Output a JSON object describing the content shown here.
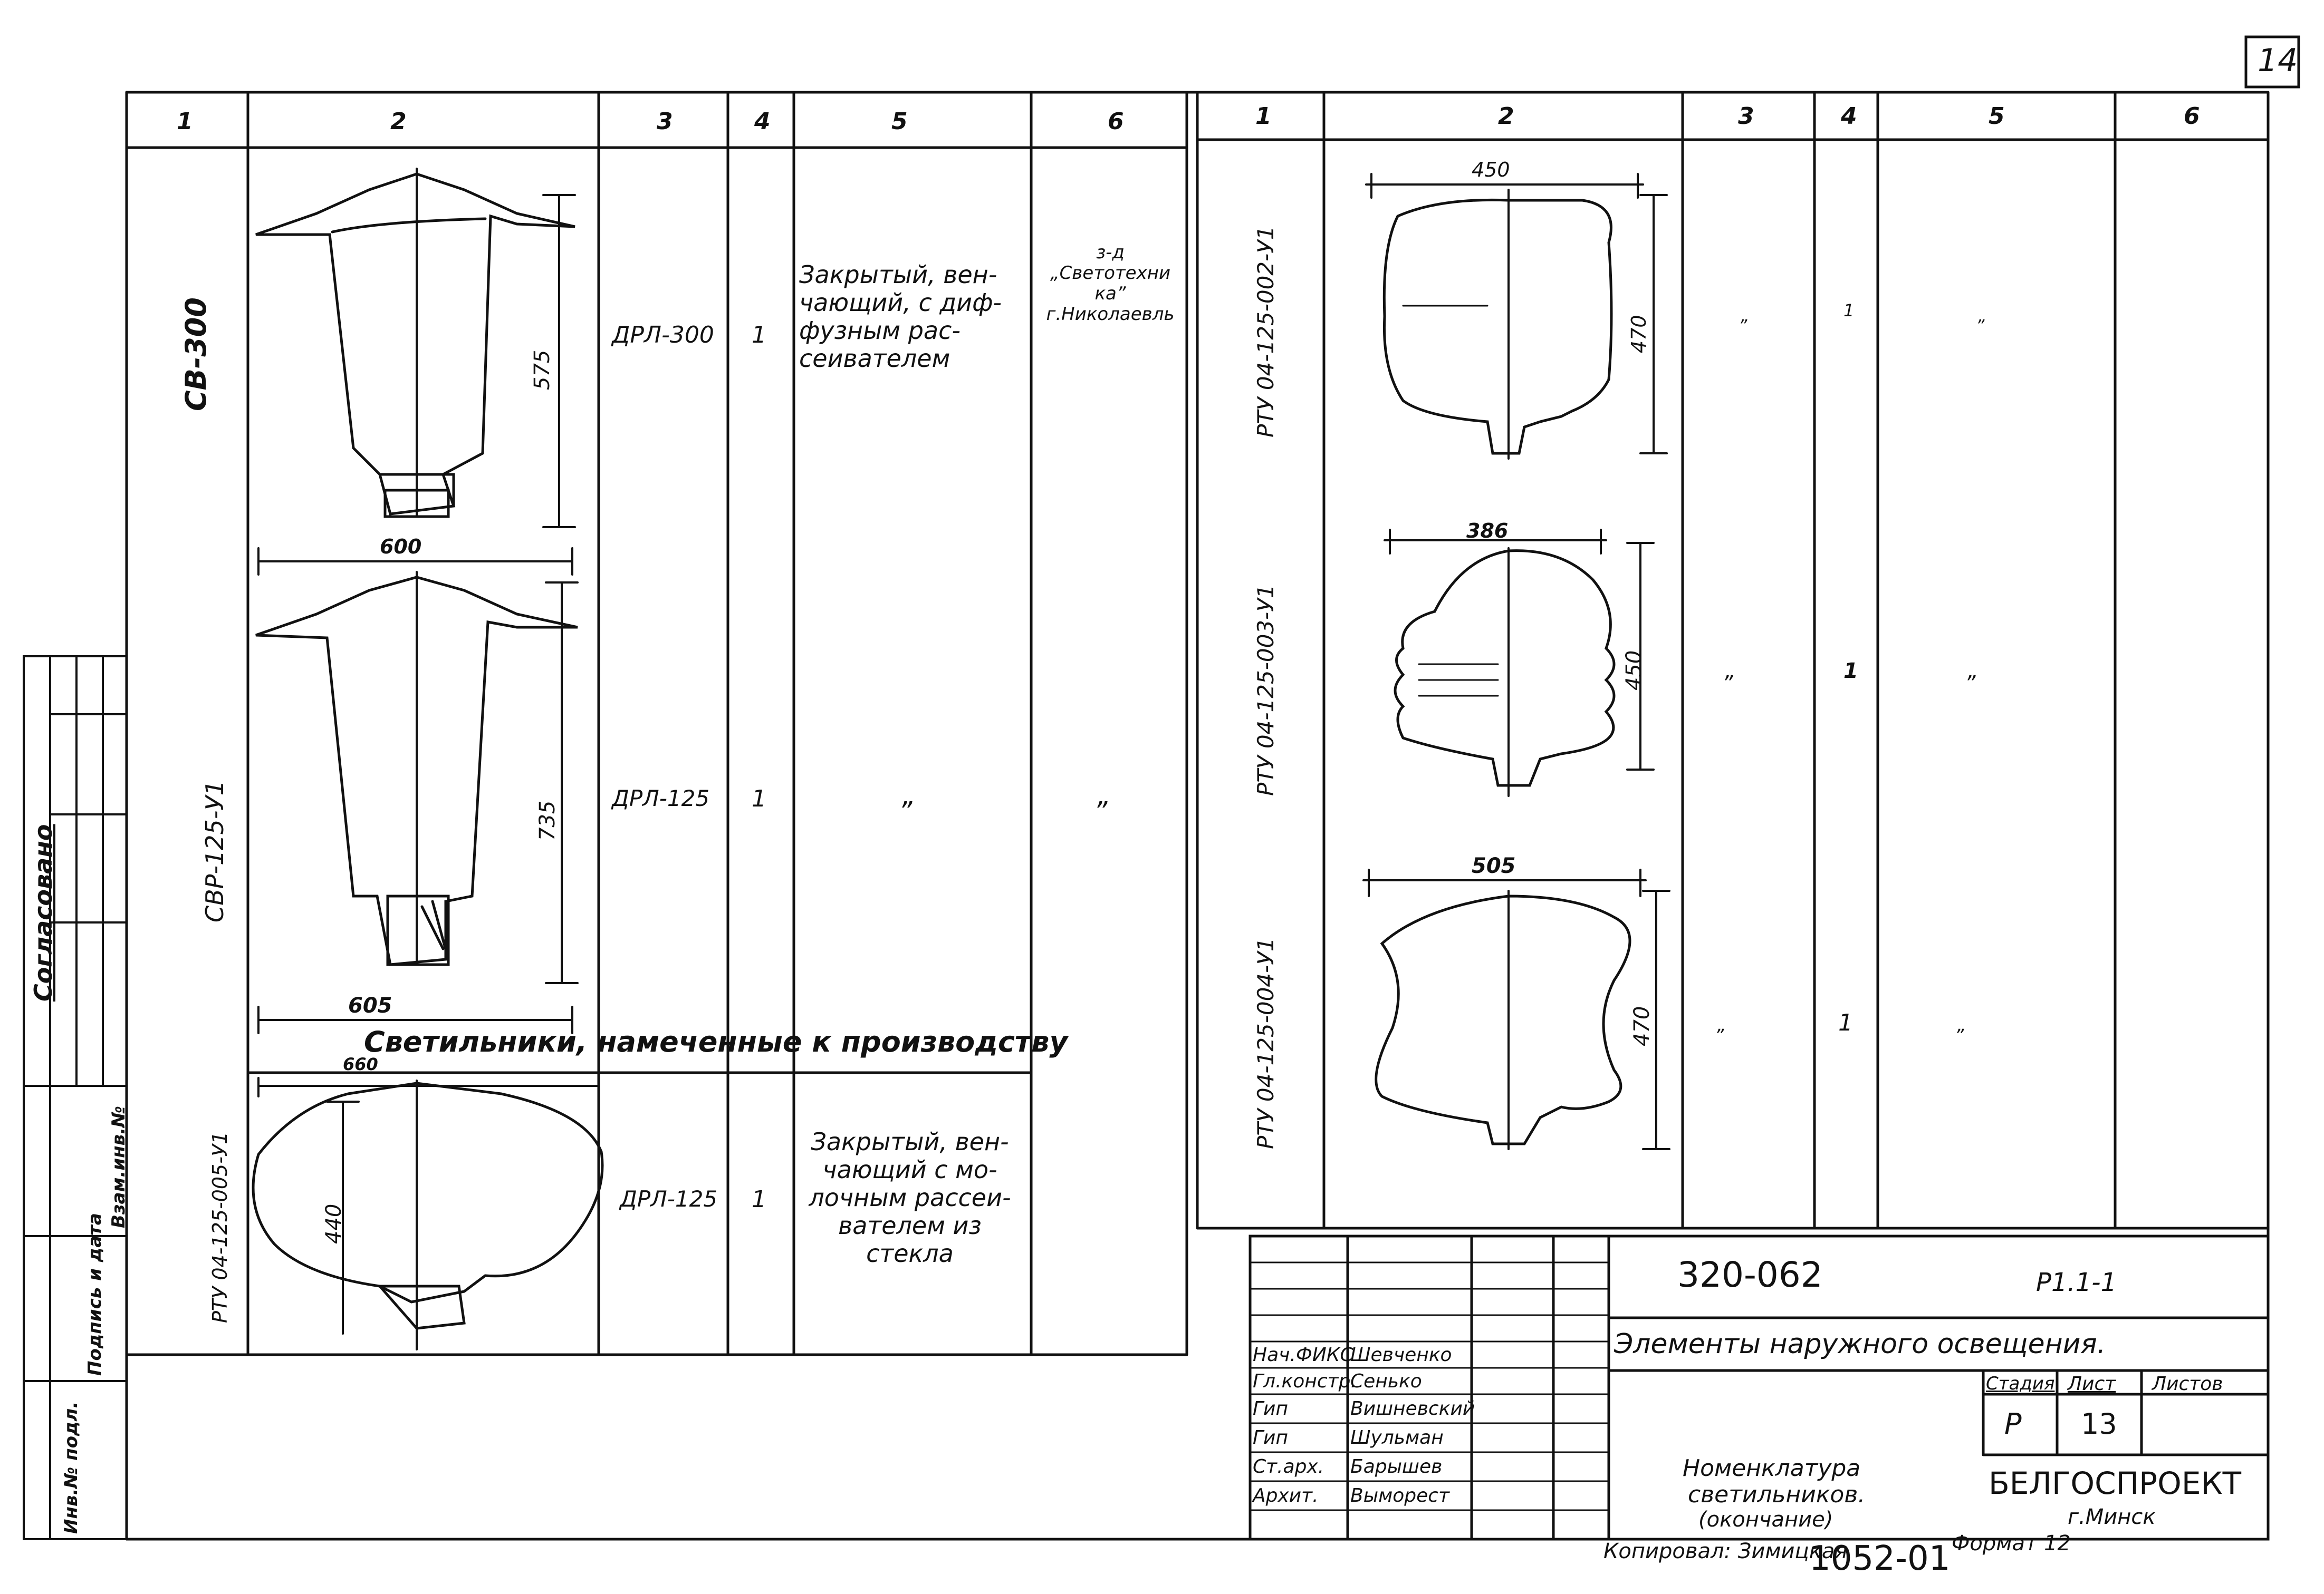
{
  "sheet": {
    "number": "14"
  },
  "left_table": {
    "headers": [
      "1",
      "2",
      "3",
      "4",
      "5",
      "6"
    ],
    "rows": [
      {
        "name": "СВ-300",
        "lamp": "ДРЛ-300",
        "qty": "1",
        "desc": "Закрытый, вен-\nчающий, с диф-\nфузным рас-\nсеивателем",
        "maker": "з-д\n„Светотехни\nка”\nг.Николаевль",
        "dims": {
          "width": "600",
          "height": "575"
        }
      },
      {
        "name": "СВР-125-У1",
        "lamp": "ДРЛ-125",
        "qty": "1",
        "desc": "„",
        "maker": "„",
        "dims": {
          "width": "605",
          "height": "735"
        }
      },
      {
        "name": "РТУ 04-125-005-У1",
        "lamp": "ДРЛ-125",
        "qty": "1",
        "desc": "Закрытый, вен-\nчающий с мо-\nлочным рассеи-\nвателем из\nстекла",
        "maker": "",
        "dims": {
          "width": "660",
          "height": "440"
        }
      }
    ],
    "section_note": "Светильники, намеченные к производству"
  },
  "right_table": {
    "headers": [
      "1",
      "2",
      "3",
      "4",
      "5",
      "6"
    ],
    "rows": [
      {
        "name": "РТУ 04-125-002-У1",
        "col3": "„",
        "qty": "1",
        "col5": "„",
        "dims": {
          "width": "450",
          "height": "470"
        }
      },
      {
        "name": "РТУ 04-125-003-У1",
        "col3": "„",
        "qty": "1",
        "col5": "„",
        "dims": {
          "width": "386",
          "height": "450"
        }
      },
      {
        "name": "РТУ 04-125-004-У1",
        "col3": "„",
        "qty": "1",
        "col5": "„",
        "dims": {
          "width": "505",
          "height": "470"
        }
      }
    ]
  },
  "side_stamp": {
    "agreed": "Согласовано",
    "inv_label": "Инв.№ подл.",
    "sign_date_label": "Подпись и дата",
    "replace_label": "Взам.инв.№"
  },
  "title_block": {
    "code": "320-062",
    "sheet_code": "Р1.1-1",
    "title": "Элементы наружного освещения.",
    "subtitle_lines": [
      "Номенклатура",
      "светильников.",
      "(окончание)"
    ],
    "staff": [
      {
        "role": "Нач.ФИКС",
        "name": "Шевченко"
      },
      {
        "role": "Гл.констр.",
        "name": "Сенько"
      },
      {
        "role": "Гип",
        "name": "Вишневский"
      },
      {
        "role": "Гип",
        "name": "Шульман"
      },
      {
        "role": "Ст.арх.",
        "name": "Барышев"
      },
      {
        "role": "Архит.",
        "name": "Выморест"
      }
    ],
    "stage_label": "Стадия",
    "sheet_label": "Лист",
    "sheets_label": "Листов",
    "stage": "Р",
    "sheet": "13",
    "org": "БЕЛГОСПРОЕКТ",
    "city": "г.Минск"
  },
  "footer": {
    "copied_by": "Копировал: Зимицкая",
    "number": "1052-01",
    "format": "Формат 12"
  }
}
